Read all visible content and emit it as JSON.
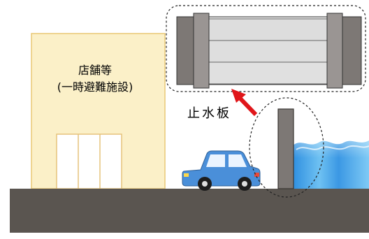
{
  "building": {
    "label_line1": "店舗等",
    "label_line2": "(一時避難施設)"
  },
  "callout": {
    "label": "止水板"
  },
  "colors": {
    "ground": "#5a5550",
    "building_fill": "#fbf0c8",
    "building_edge": "#e9c876",
    "board": "#7d7875",
    "board_edge": "#3a3532",
    "panel_light": "#dcdcdc",
    "car": "#4a8fd9",
    "water": "#4fa8e8",
    "arrow": "#e0161a"
  },
  "icons": [
    "car-icon",
    "water-icon",
    "arrow-icon"
  ]
}
